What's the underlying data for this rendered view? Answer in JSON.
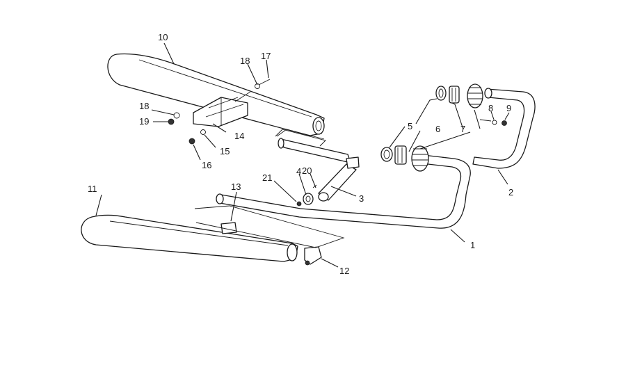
{
  "diagram": {
    "callouts": [
      {
        "id": "c1",
        "text": "1"
      },
      {
        "id": "c2",
        "text": "2"
      },
      {
        "id": "c3",
        "text": "3"
      },
      {
        "id": "c4",
        "text": "4"
      },
      {
        "id": "c5",
        "text": "5"
      },
      {
        "id": "c6",
        "text": "6"
      },
      {
        "id": "c7",
        "text": "7"
      },
      {
        "id": "c8",
        "text": "8"
      },
      {
        "id": "c9",
        "text": "9"
      },
      {
        "id": "c10",
        "text": "10"
      },
      {
        "id": "c11",
        "text": "11"
      },
      {
        "id": "c12",
        "text": "12"
      },
      {
        "id": "c13",
        "text": "13"
      },
      {
        "id": "c14",
        "text": "14"
      },
      {
        "id": "c15",
        "text": "15"
      },
      {
        "id": "c16",
        "text": "16"
      },
      {
        "id": "c17",
        "text": "17"
      },
      {
        "id": "c18a",
        "text": "18"
      },
      {
        "id": "c18b",
        "text": "18"
      },
      {
        "id": "c19",
        "text": "19"
      },
      {
        "id": "c20",
        "text": "20"
      },
      {
        "id": "c21",
        "text": "21"
      }
    ]
  }
}
